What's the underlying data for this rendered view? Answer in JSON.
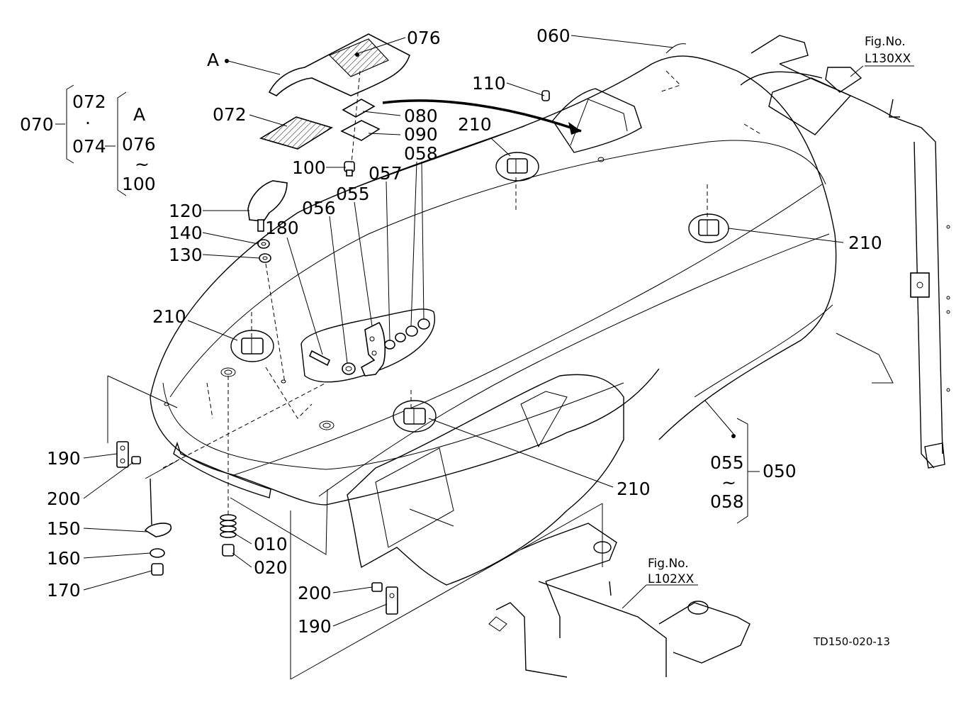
{
  "diagram": {
    "drawing_code": "TD150-020-13",
    "callouts": {
      "a_top": "A",
      "p076": "076",
      "p060": "060",
      "fig_top_title": "Fig.No.",
      "fig_top_code": "L130XX",
      "p110": "110",
      "p070": "070",
      "p072a": "072",
      "dot": "·",
      "p074": "074",
      "a_bracket": "A",
      "p076b": "076",
      "tilde1": "~",
      "p100b": "100",
      "p072": "072",
      "p080": "080",
      "p090": "090",
      "p210a": "210",
      "p058": "058",
      "p100": "100",
      "p057": "057",
      "p055": "055",
      "p056": "056",
      "p120": "120",
      "p140": "140",
      "p180": "180",
      "p130": "130",
      "p210b": "210",
      "p210c": "210",
      "p210d": "210",
      "p190": "190",
      "p200": "200",
      "p150": "150",
      "p160": "160",
      "p170": "170",
      "p010": "010",
      "p020": "020",
      "p200b": "200",
      "p190b": "190",
      "p055b": "055",
      "tilde2": "~",
      "p058b": "058",
      "p050": "050",
      "fig_bottom_title": "Fig.No.",
      "fig_bottom_code": "L102XX"
    }
  }
}
